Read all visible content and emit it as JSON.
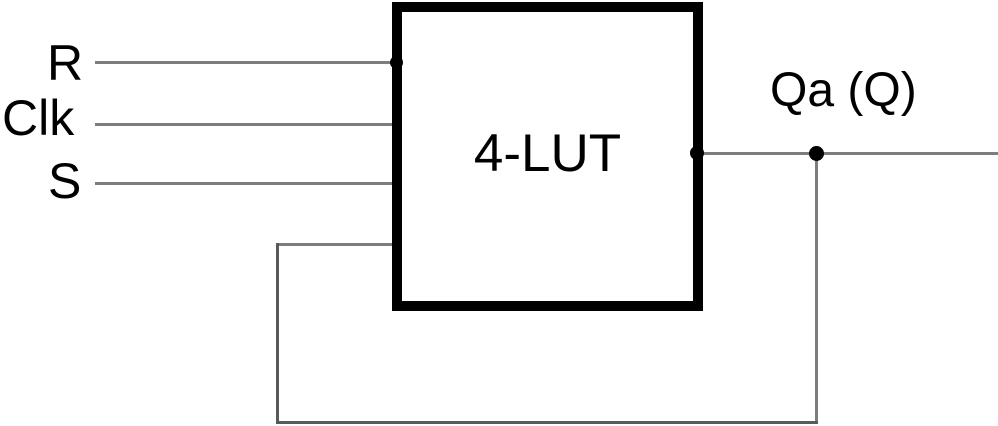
{
  "diagram": {
    "block": {
      "label": "4-LUT"
    },
    "inputs": [
      {
        "id": "r",
        "label": "R"
      },
      {
        "id": "clk",
        "label": "Clk"
      },
      {
        "id": "s",
        "label": "S"
      }
    ],
    "output": {
      "label": "Qa (Q)"
    },
    "wires": {
      "input_count": 4,
      "has_feedback_loop": true,
      "junction_dot": true
    },
    "colors": {
      "wire": "#7d7d7d",
      "block_border": "#000000",
      "dot": "#000000",
      "text": "#000000",
      "background": "#ffffff"
    }
  }
}
